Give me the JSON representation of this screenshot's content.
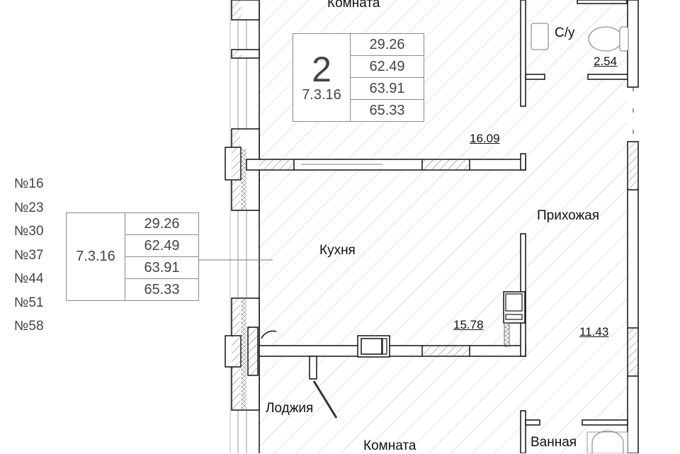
{
  "flat_numbers": [
    "№16",
    "№23",
    "№30",
    "№37",
    "№44",
    "№51",
    "№58"
  ],
  "legend_table": {
    "code": "7.3.16",
    "values": [
      "29.26",
      "62.49",
      "63.91",
      "65.33"
    ]
  },
  "plan_table": {
    "rooms_count": "2",
    "code": "7.3.16",
    "values": [
      "29.26",
      "62.49",
      "63.91",
      "65.33"
    ]
  },
  "rooms": {
    "room_top": {
      "label": "Комната",
      "area": "16.09"
    },
    "wc": {
      "label": "С/у",
      "area": "2.54"
    },
    "kitchen": {
      "label": "Кухня",
      "area": "15.78"
    },
    "hallway": {
      "label": "Прихожая",
      "area": "11.43"
    },
    "loggia": {
      "label": "Лоджия"
    },
    "room_bottom": {
      "label": "Комната"
    },
    "bathroom": {
      "label": "Ванная"
    }
  },
  "colors": {
    "hatch": "#b8c8e8",
    "wall": "#111111",
    "table_border": "#8a8a8a",
    "text": "#444444"
  }
}
